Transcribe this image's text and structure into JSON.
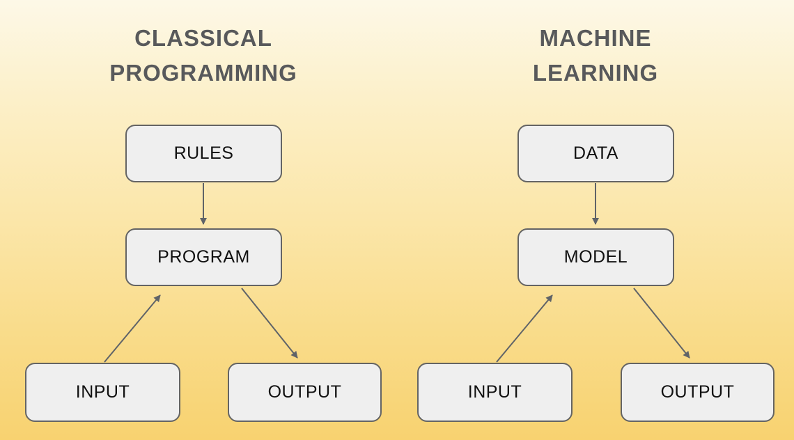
{
  "left_panel": {
    "title": "CLASSICAL PROGRAMMING",
    "nodes": {
      "top": "RULES",
      "middle": "PROGRAM",
      "bottom_left": "INPUT",
      "bottom_right": "OUTPUT"
    }
  },
  "right_panel": {
    "title": "MACHINE LEARNING",
    "nodes": {
      "top": "DATA",
      "middle": "MODEL",
      "bottom_left": "INPUT",
      "bottom_right": "OUTPUT"
    }
  },
  "edges": [
    {
      "from": "RULES",
      "to": "PROGRAM"
    },
    {
      "from": "INPUT",
      "to": "PROGRAM"
    },
    {
      "from": "PROGRAM",
      "to": "OUTPUT"
    },
    {
      "from": "DATA",
      "to": "MODEL"
    },
    {
      "from": "INPUT",
      "to": "MODEL"
    },
    {
      "from": "MODEL",
      "to": "OUTPUT"
    }
  ],
  "colors": {
    "background_top": "#fdf8e7",
    "background_bottom": "#f8d270",
    "node_fill": "#efefef",
    "node_border": "#646464",
    "node_text": "#111111",
    "title_text": "#58595b",
    "arrow": "#5f6368"
  }
}
